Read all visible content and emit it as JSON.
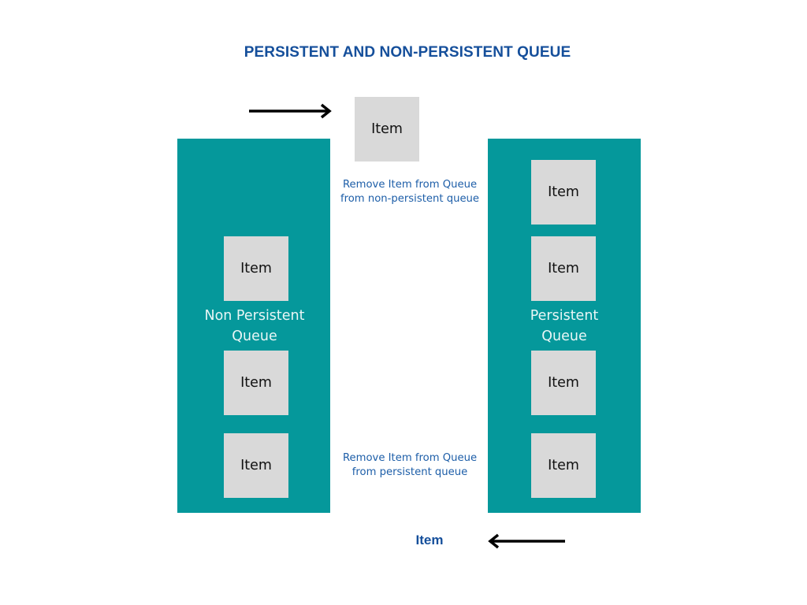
{
  "title": "PERSISTENT AND NON-PERSISTENT QUEUE",
  "incoming_item": "Item",
  "queues": {
    "non_persistent": {
      "label": "Non Persistent\nQueue",
      "items": [
        "Item",
        "Item",
        "Item"
      ]
    },
    "persistent": {
      "label": "Persistent\nQueue",
      "items": [
        "Item",
        "Item",
        "Item",
        "Item"
      ]
    }
  },
  "notes": {
    "non_persistent_removal": "Remove Item from Queue\nfrom non-persistent queue",
    "persistent_removal": "Remove Item from Queue\nfrom persistent queue"
  },
  "outgoing_item": "Item",
  "colors": {
    "title": "#154f9b",
    "queue_fill": "#05989b",
    "item_fill": "#d9d9d9",
    "note_text": "#1d5ea8",
    "arrow": "#000000"
  },
  "icons": {
    "incoming_arrow": "arrow-right-icon",
    "outgoing_arrow": "arrow-left-icon"
  }
}
